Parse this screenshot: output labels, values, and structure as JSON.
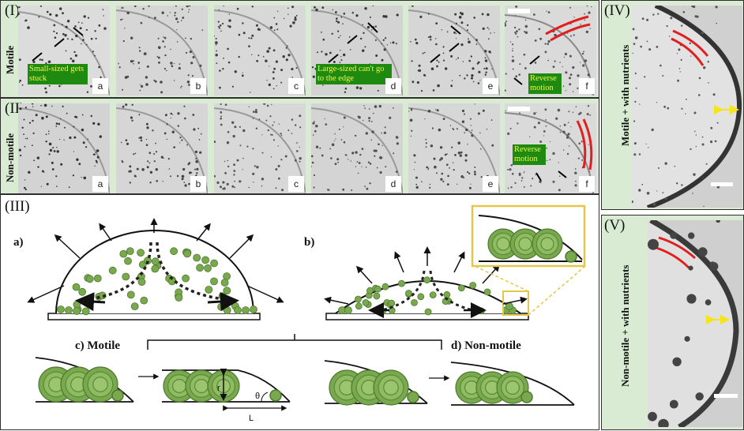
{
  "panel_I": {
    "label": "(I)",
    "row_label": "Motile",
    "tile_letters": [
      "a",
      "b",
      "c",
      "d",
      "e",
      "f"
    ],
    "annotations": {
      "a": "Small-sized gets stuck",
      "d": "Large-sized can't go to the edge",
      "f": "Reverse motion"
    }
  },
  "panel_II": {
    "label": "(II)",
    "row_label": "Non-motile",
    "tile_letters": [
      "a",
      "b",
      "c",
      "d",
      "e",
      "f"
    ],
    "annotations": {
      "f": "Reverse motion"
    }
  },
  "panel_III": {
    "label": "(III)",
    "sub_a": "a)",
    "sub_b": "b)",
    "sub_c": "c) Motile",
    "sub_d": "d) Non-motile",
    "sym_r": "r",
    "sym_theta": "θ",
    "sym_L": "L"
  },
  "panel_IV": {
    "label": "(IV)",
    "row_label": "Motile + with nutrients"
  },
  "panel_V": {
    "label": "(V)",
    "row_label": "Non-motile + with nutrients"
  },
  "colors": {
    "panel_bg": "#d9ecd3",
    "annotation_bg": "#1e8a0f",
    "annotation_text": "#f2f54a",
    "highlight": "#e4c74a",
    "red_arcs": "#e02020",
    "yellow_arrows": "#f5e41a",
    "cell_green": "#7aa84e"
  }
}
